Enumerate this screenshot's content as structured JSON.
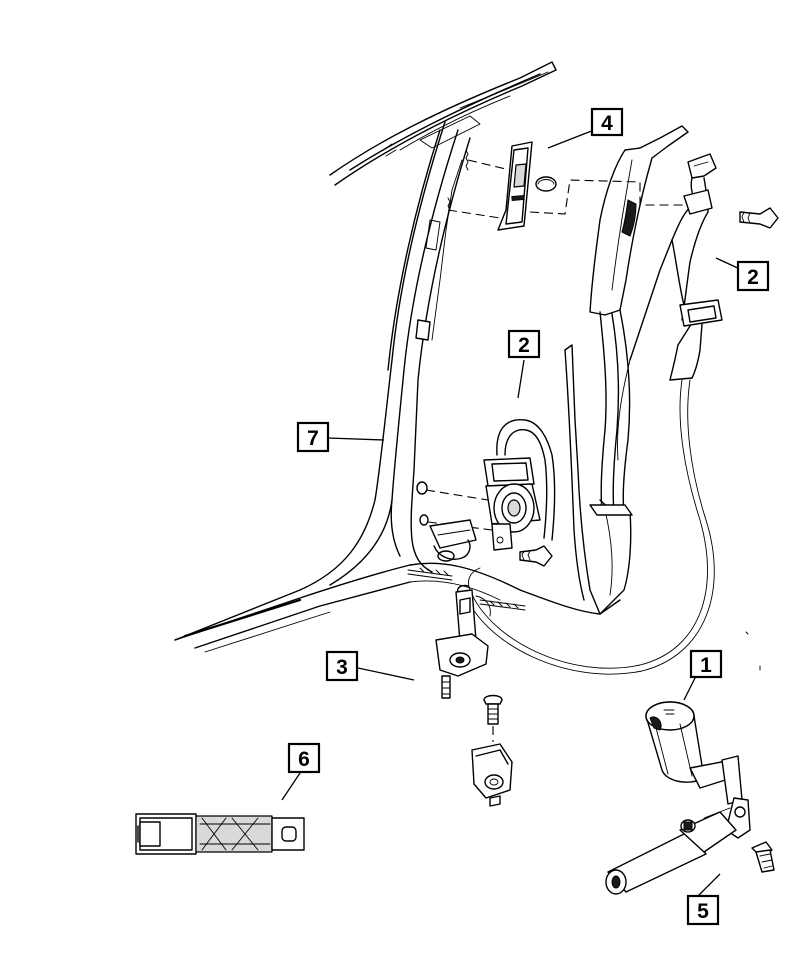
{
  "callouts": [
    {
      "id": "c1",
      "label": "1",
      "part": "retractor-buckle-assembly"
    },
    {
      "id": "c2a",
      "label": "2",
      "part": "front-seat-belt-upper"
    },
    {
      "id": "c2b",
      "label": "2",
      "part": "front-seat-belt-retractor"
    },
    {
      "id": "c3",
      "label": "3",
      "part": "floor-anchor-bracket"
    },
    {
      "id": "c4",
      "label": "4",
      "part": "height-adjuster"
    },
    {
      "id": "c5",
      "label": "5",
      "part": "buckle-stalk"
    },
    {
      "id": "c6",
      "label": "6",
      "part": "seat-belt-extender"
    },
    {
      "id": "c7",
      "label": "7",
      "part": "b-pillar-trim"
    }
  ]
}
